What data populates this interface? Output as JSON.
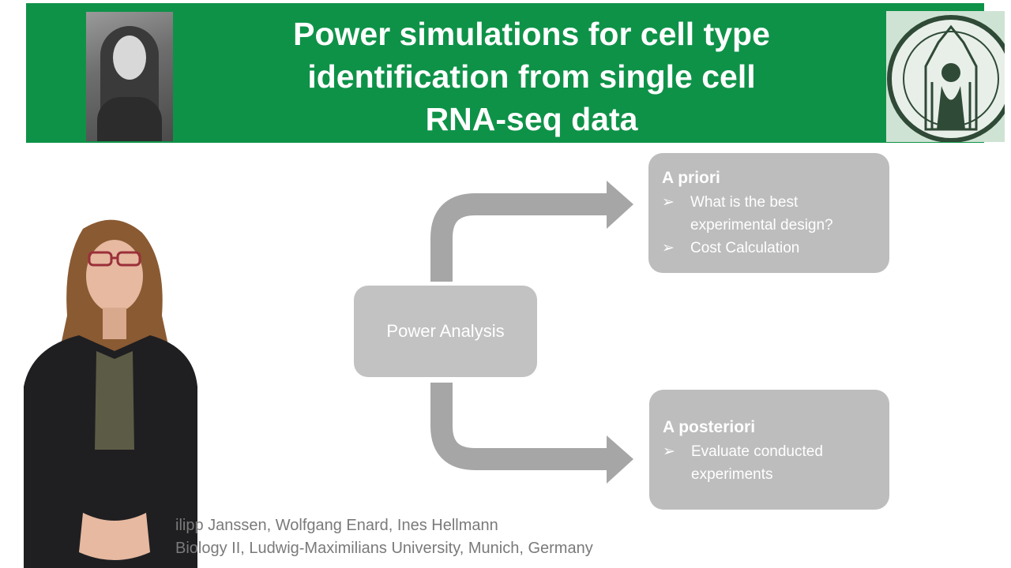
{
  "slide": {
    "title_lines": [
      "Power simulations for cell type",
      "identification from single cell",
      "RNA-seq data"
    ],
    "center_label": "Power Analysis",
    "a_priori": {
      "heading": "A priori",
      "bullet_icon": "arrow-bullet-icon",
      "bullet_glyph": "➢",
      "bullets": [
        "What is the best experimental design?",
        "Cost Calculation"
      ]
    },
    "a_posteriori": {
      "heading": "A posteriori",
      "bullet_glyph": "➢",
      "bullets": [
        "Evaluate conducted experiments"
      ]
    },
    "authors_line1": "ilipp Janssen, Wolfgang Enard, Ines Hellmann",
    "authors_line2": "Biology II, Ludwig-Maximilians University, Munich, Germany"
  },
  "colors": {
    "banner": "#0e9248",
    "box": "#bdbdbd",
    "arrow": "#a6a6a6",
    "author_text": "#7a7a7a"
  }
}
